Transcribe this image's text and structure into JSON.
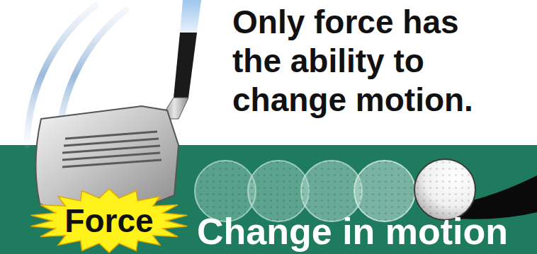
{
  "diagram": {
    "title": "Only force has the ability to change motion.",
    "nodes": [
      {
        "text": [
          "Change in motion"
        ]
      },
      {
        "text": [
          "Force"
        ],
        "in": 0
      }
    ]
  }
}
